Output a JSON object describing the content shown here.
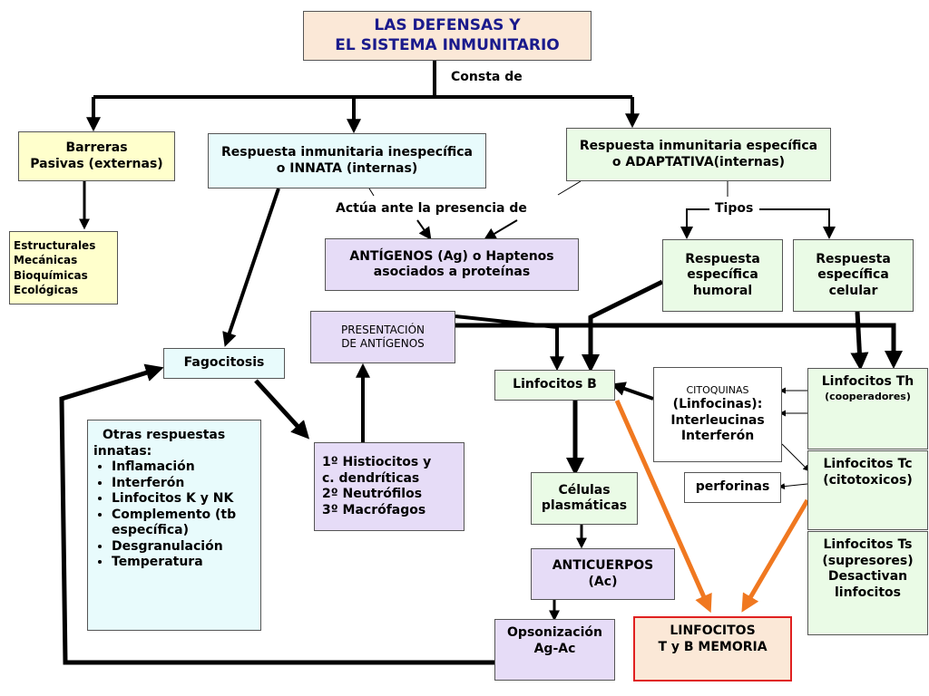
{
  "title": [
    "LAS DEFENSAS Y",
    "EL SISTEMA INMUNITARIO"
  ],
  "labels": {
    "consta_de": "Consta de",
    "actua": "Actúa ante la presencia de",
    "tipos": "Tipos"
  },
  "barreras": [
    "Barreras",
    "Pasivas (externas)"
  ],
  "barreras_tipos": [
    "Estructurales",
    "Mecánicas",
    "Bioquímicas",
    "Ecológicas"
  ],
  "innata": [
    "Respuesta inmunitaria inespecífica",
    "o INNATA (internas)"
  ],
  "adaptativa": [
    "Respuesta inmunitaria específica",
    "o ADAPTATIVA(internas)"
  ],
  "antigenos": [
    "ANTÍGENOS (Ag) o Haptenos",
    "asociados a proteínas"
  ],
  "humoral": [
    "Respuesta",
    "específica",
    "humoral"
  ],
  "celular": [
    "Respuesta",
    "específica",
    "celular"
  ],
  "presentacion": [
    "PRESENTACIÓN",
    "DE ANTÍGENOS"
  ],
  "fagocitosis": "Fagocitosis",
  "linfocitos_b": "Linfocitos B",
  "citoquinas": [
    "CITOQUINAS",
    "(Linfocinas):",
    "Interleucinas",
    "Interferón"
  ],
  "th": [
    "Linfocitos Th",
    "(cooperadores)"
  ],
  "tc": [
    "Linfocitos Tc",
    "(citotoxicos)"
  ],
  "ts": [
    "Linfocitos Ts",
    "(supresores)",
    "Desactivan",
    "linfocitos"
  ],
  "otras": {
    "head": [
      "Otras respuestas",
      "innatas:"
    ],
    "items": [
      "Inflamación",
      "Interferón",
      "Linfocitos K y NK",
      "Complemento (tb específica)",
      "Desgranulación",
      "Temperatura"
    ]
  },
  "histiocitos": [
    "1º Histiocitos y",
    "c. dendríticas",
    "2º Neutrófilos",
    "3º Macrófagos"
  ],
  "plasmaticas": [
    "Células",
    "plasmáticas"
  ],
  "perforinas": "perforinas",
  "anticuerpos": [
    "ANTICUERPOS",
    "(Ac)"
  ],
  "opsonizacion": [
    "Opsonización",
    "Ag-Ac"
  ],
  "memoria": [
    "LINFOCITOS",
    "T y B MEMORIA"
  ],
  "colors": {
    "title_text": "#1a1a8c",
    "arrow": "#000000",
    "orange_arrow": "#f07820",
    "memoria_border": "#e02020"
  }
}
